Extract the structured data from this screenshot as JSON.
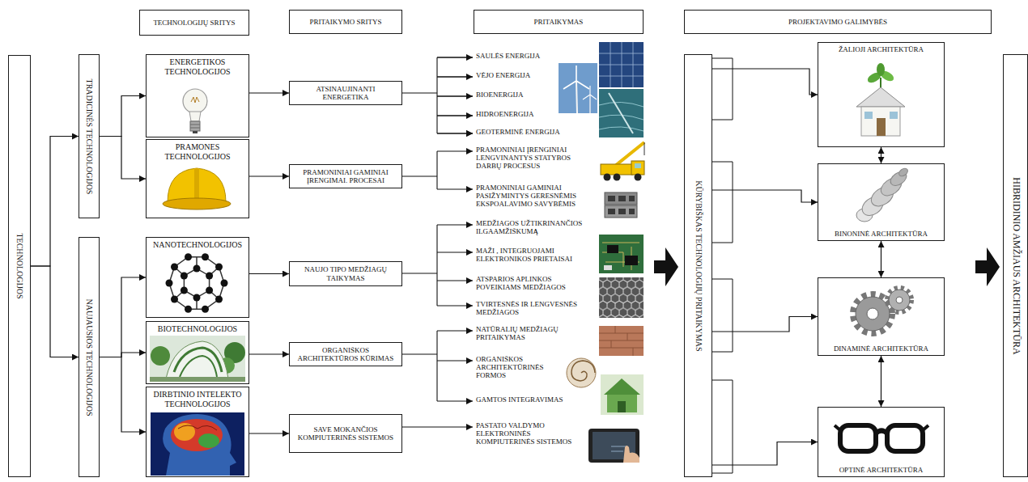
{
  "diagram": {
    "nodes": [
      {
        "text": [
          "TECHNOLOGIJŲ SRITYS"
        ]
      },
      {
        "text": [
          "PRITAIKYMO SRITYS"
        ]
      },
      {
        "text": [
          "PRITAIKYMAS"
        ]
      },
      {
        "text": [
          "PROJEKTAVIMO GALIMYBĖS"
        ]
      },
      {
        "text": [
          "TECHNOLOGIJOS"
        ]
      },
      {
        "text": [
          "TRADICINĖS TECHNOLOGIJOS"
        ]
      },
      {
        "text": [
          "ENERGETIKOS TECHNOLOGIJOS"
        ]
      },
      {
        "text": [
          "PRAMONES TECHNOLOGIJOS"
        ]
      },
      {
        "text": [
          "NAUJAUSIOS TECHNOLOGIJOS"
        ]
      },
      {
        "text": [
          "NANOTECHNOLOGIJOS"
        ]
      },
      {
        "text": [
          "BIOTECHNOLOGIJOS"
        ]
      },
      {
        "text": [
          "DIRBTINIO INTELEKTO TECHNOLOGIJOS"
        ]
      },
      {
        "text": [
          "ATSINAUJINANTI ENERGETIKA"
        ]
      },
      {
        "text": [
          "PRAMONINIAI GAMINIAI ĮRENGIMAI. PROCESAI"
        ]
      },
      {
        "text": [
          "NAUJO TIPO MEDŽIAGŲ TAIKYMAS"
        ]
      },
      {
        "text": [
          "ORGANIŠKOS ARCHITEKTŪROS KŪRIMAS"
        ]
      },
      {
        "text": [
          "SAVE MOKANČIOS KOMPIUTERINĖS SISTEMOS"
        ]
      },
      {
        "text": [
          "KŪRYBIŠKAS TECHNOLOGIJŲ PRITAIKYMAS"
        ]
      },
      {
        "text": [
          "ŽALIOJI ARCHITEKTŪRA"
        ]
      },
      {
        "text": [
          "BINONINĖ ARCHITEKTŪRA"
        ]
      },
      {
        "text": [
          "DINAMINĖ ARCHITEKTŪRA"
        ]
      },
      {
        "text": [
          "OPTINĖ ARCHITEKTŪRA"
        ]
      },
      {
        "text": [
          "HIBRIDINIO AMŽIAUS ARCHITEKTŪRA"
        ]
      }
    ],
    "edges": [
      {
        "from": 4,
        "to": 5,
        "arrow": "to"
      },
      {
        "from": 4,
        "to": 8,
        "arrow": "to"
      },
      {
        "from": 5,
        "to": 6,
        "arrow": "to"
      },
      {
        "from": 5,
        "to": 7,
        "arrow": "to"
      },
      {
        "from": 8,
        "to": 9,
        "arrow": "to"
      },
      {
        "from": 8,
        "to": 10,
        "arrow": "to"
      },
      {
        "from": 8,
        "to": 11,
        "arrow": "to"
      },
      {
        "from": 6,
        "to": 12,
        "arrow": "to"
      },
      {
        "from": 7,
        "to": 13,
        "arrow": "to"
      },
      {
        "from": 9,
        "to": 14,
        "arrow": "to"
      },
      {
        "from": 10,
        "to": 15,
        "arrow": "to"
      },
      {
        "from": 11,
        "to": 16,
        "arrow": "to"
      },
      {
        "from": 17,
        "to": 18,
        "arrow": "to"
      },
      {
        "from": 17,
        "to": 19,
        "arrow": "to"
      },
      {
        "from": 17,
        "to": 20,
        "arrow": "to"
      },
      {
        "from": 17,
        "to": 21,
        "arrow": "to"
      },
      {
        "from": 18,
        "to": 19,
        "arrow": "both"
      },
      {
        "from": 19,
        "to": 20,
        "arrow": "both"
      },
      {
        "from": 20,
        "to": 21,
        "arrow": "both"
      }
    ],
    "labels": [
      "SAULĖS ENERGIJA",
      "VĖJO ENERGIJA",
      "BIOENERGIJA",
      "HIDROENERGIJA",
      "GEOTERMINĖ ENERGIJA",
      "PRAMONINIAI ĮRENGINIAI LENGVINANTYS STATYBOS DARBŲ PROCESUS",
      "PRAMONINIAI GAMINIAI PASIŽYMINTYS GERESNĖMIS EKSPOALAVIMO SAVYBĖMIS",
      "MEDŽIAGOS UŽTIKRINANČIOS ILGAAMŽIŠKUMĄ",
      "MAŽI , INTEGRUOJAMI ELEKTRONIKOS PRIETAISAI",
      "ATSPARIOS APLINKOS POVEIKIAMS MEDŽIAGOS",
      "TVIRTESNĖS IR LENGVESNĖS MEDŽIAGOS",
      "NATŪRALIŲ MEDŽIAGŲ PRITAIKYMAS",
      "ORGANIŠKOS ARCHITEKTŪRINĖS FORMOS",
      "GAMTOS INTEGRAVIMAS",
      "PASTATO VALDYMO ELEKTRONINĖS KOMPIUTERINĖS SISTEMOS"
    ]
  }
}
